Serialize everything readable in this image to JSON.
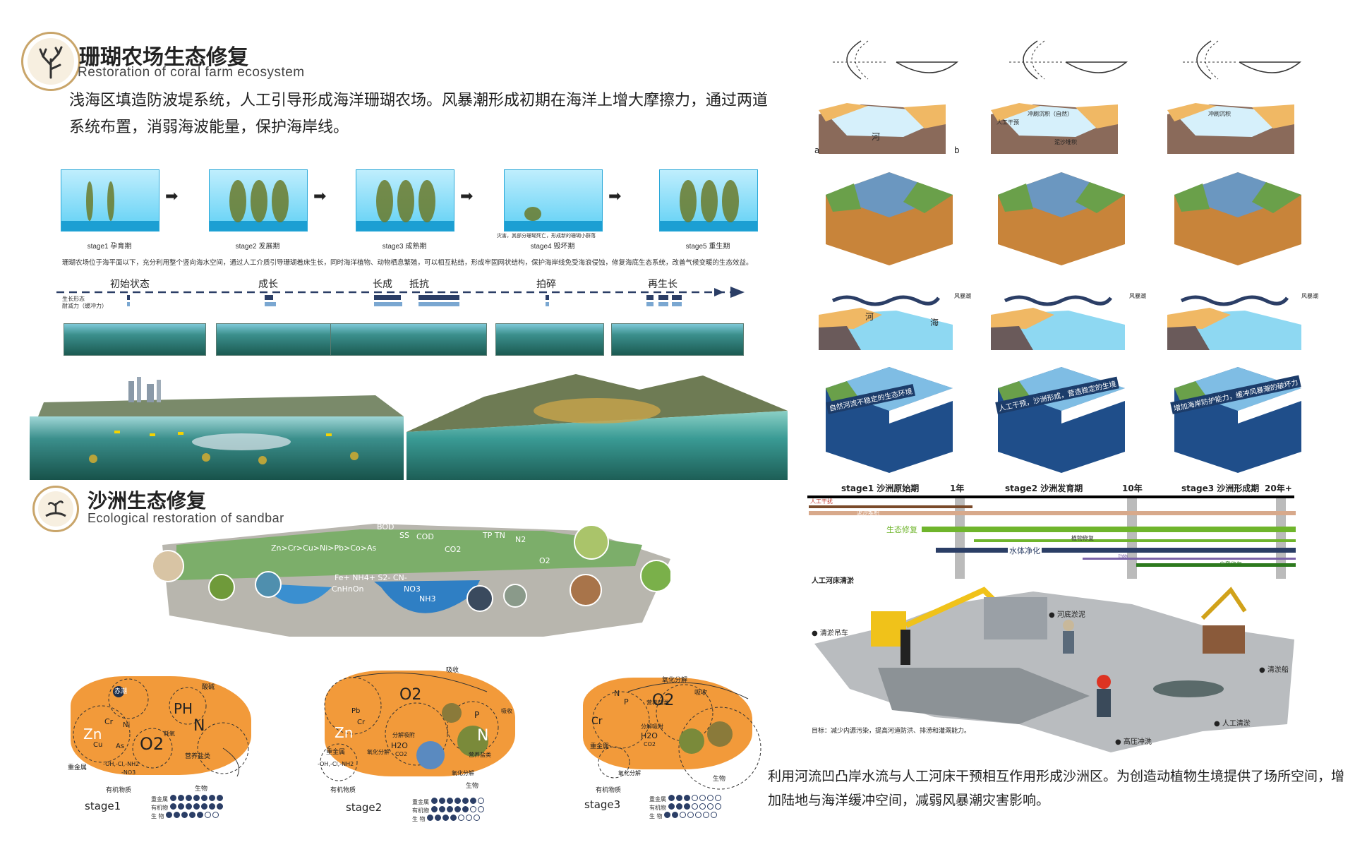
{
  "section1": {
    "title_cn": "珊瑚农场生态修复",
    "title_en": "Restoration of coral farm ecosystem",
    "paragraph": "浅海区填造防波堤系统，人工引导形成海洋珊瑚农场。风暴潮形成初期在海洋上增大摩擦力，通过两道系统布置，消弱海波能量，保护海岸线。",
    "stages": [
      "stage1 孕育期",
      "stage2 发展期",
      "stage3 成熟期",
      "stage4 毁坏期",
      "stage5 重生期"
    ],
    "stage4_note": "灾害，其部分珊瑚死亡，形成新的珊瑚小群落",
    "description": "珊瑚农场位于海平面以下，充分利用整个竖向海水空间，通过人工介质引导珊瑚着床生长，同时海洋植物、动物栖息繁殖，可以相互粘结，形成牢固网状结构，保护海岸线免受海浪侵蚀，修复海底生态系统，改善气候变暖的生态效益。",
    "timeline_labels": [
      "初始状态",
      "成长",
      "长成",
      "抵抗",
      "拍碎",
      "再生长"
    ],
    "timeline_legend": [
      "生长形态",
      "耐减力（缓冲力）"
    ]
  },
  "section2": {
    "title_cn": "沙洲生态修复",
    "title_en": "Ecological restoration of sandbar",
    "pollutant_labels": [
      "BOD",
      "SS",
      "COD",
      "TP TN",
      "N2",
      "CO2",
      "O2",
      "Zn>Cr>Cu>Ni>Pb>Co>As",
      "Fe+ NH4+ S2- CN-",
      "CnHnOn",
      "NO3",
      "NH3"
    ],
    "stages": [
      "stage1",
      "stage2",
      "stage3"
    ],
    "legend_rows": [
      "重金属",
      "有机物",
      "生 物"
    ],
    "stage1_labels": [
      "赤潮",
      "酸碱",
      "PH",
      "N",
      "O2",
      "Zn",
      "Cr",
      "Ni",
      "Cu",
      "As",
      "营养盐类",
      "生物",
      "重金属",
      "有机物质",
      "耗氧",
      "-OH,-Cl,-NH2",
      "-NO3"
    ],
    "stage2_labels": [
      "吸收",
      "O2",
      "Zn",
      "Pb",
      "Cr",
      "N",
      "P",
      "H2O",
      "CO2",
      "重金属",
      "有机物质",
      "分解吸附",
      "氧化分解",
      "生物",
      "-OH,-Cl,-NH2",
      "氧化分解",
      "营养盐类",
      "吸收"
    ],
    "stage3_labels": [
      "氧化分解",
      "吸收",
      "O2",
      "N",
      "P",
      "Cr",
      "H2O",
      "CO2",
      "重金属",
      "有机物质",
      "生物",
      "营养盐类",
      "分解吸附",
      "氧化分解"
    ]
  },
  "right": {
    "diag_labels": [
      "a",
      "b"
    ],
    "river_label": "河",
    "sea_label": "海",
    "storm_label": "风暴潮",
    "inter_labels": [
      "人工干预",
      "冲刷沉积（自然）",
      "泥沙堆积",
      "冲刷沉积"
    ],
    "block_labels": [
      "自然河流不稳定的生态环境",
      "人工干预，沙洲形成，营造稳定的生境",
      "增加海岸防护能力，缓冲风暴潮的破坏力"
    ],
    "timeline_stages": [
      "stage1 沙洲原始期",
      "1年",
      "stage2 沙洲发育期",
      "10年",
      "stage3 沙洲形成期",
      "20年+"
    ],
    "timeline_bars": [
      "人工干扰",
      "泥沙堆积",
      "生态修复",
      "植物修复",
      "水体净化",
      "动物",
      "自我修复"
    ],
    "dredge_title": "人工河床清淤",
    "dredge_labels": [
      "清淤吊车",
      "河底淤泥",
      "清淤船",
      "人工清淤",
      "高压冲洗"
    ],
    "dredge_goal": "目标：减少内源污染，提高河道防洪、排涝和灌溉能力。",
    "paragraph": "利用河流凹凸岸水流与人工河床干预相互作用形成沙洲区。为创造动植物生境提供了场所空间，增加陆地与海洋缓冲空间，减弱风暴潮灾害影响。"
  },
  "colors": {
    "water_light": "#bfeefd",
    "water": "#5fd0f5",
    "sand": "#f29a3a",
    "green_bar": "#6fb52c",
    "navy_bar": "#2b3e66",
    "tan_bar": "#d8a98b",
    "brown_bar": "#7a4a2a",
    "purple_bar": "#7a62a8",
    "dark_green": "#2d7a1e"
  }
}
